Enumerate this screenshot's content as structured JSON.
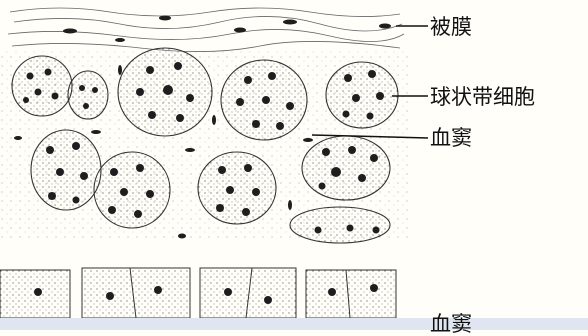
{
  "labels": {
    "capsule": "被膜",
    "zona_glomerulosa": "球状带细胞",
    "blood_sinus": "血窦",
    "bottom_cut": "血窦"
  },
  "colors": {
    "ink": "#2a2a2a",
    "nucleus": "#1e1e1e",
    "paper": "#fffef9",
    "band": "#dfe6f1"
  }
}
